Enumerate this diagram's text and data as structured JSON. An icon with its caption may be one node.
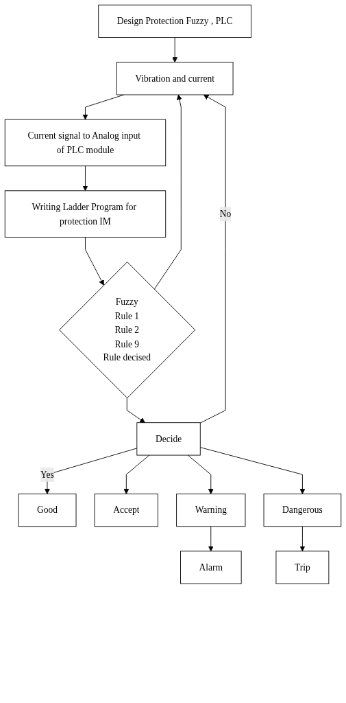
{
  "diagram": {
    "nodes": [
      {
        "text": [
          "Design Protection Fuzzy , PLC"
        ]
      },
      {
        "text": [
          "Vibration and current"
        ]
      },
      {
        "text": [
          "Current signal to Analog input of PLC module"
        ]
      },
      {
        "text": [
          "Writing Ladder Program for protection IM"
        ]
      },
      {
        "text": [
          "Fuzzy",
          "Rule 1",
          "Rule 2",
          "Rule 9",
          "Rule decised"
        ]
      },
      {
        "text": [
          "Decide"
        ]
      },
      {
        "text": [
          "Good"
        ]
      },
      {
        "text": [
          "Accept"
        ]
      },
      {
        "text": [
          "Warning"
        ]
      },
      {
        "text": [
          "Alarm"
        ]
      },
      {
        "text": [
          "Dangerous"
        ]
      },
      {
        "text": [
          "Trip"
        ]
      }
    ],
    "edges": [
      {
        "from": 0,
        "to": 1,
        "arrow": "to"
      },
      {
        "from": 1,
        "to": 2,
        "arrow": "to"
      },
      {
        "from": 2,
        "to": 3,
        "arrow": "to"
      },
      {
        "from": 3,
        "to": 4,
        "arrow": "to"
      },
      {
        "from": 4,
        "to": 5,
        "arrow": "to"
      },
      {
        "from": 4,
        "to": 1,
        "arrow": "to"
      },
      {
        "from": 5,
        "to": 1,
        "label": "No",
        "arrow": "to"
      },
      {
        "from": 5,
        "to": 6,
        "label": "Yes",
        "arrow": "to"
      },
      {
        "from": 5,
        "to": 7,
        "arrow": "to"
      },
      {
        "from": 5,
        "to": 8,
        "arrow": "to"
      },
      {
        "from": 8,
        "to": 9,
        "arrow": "to"
      },
      {
        "from": 5,
        "to": 10,
        "arrow": "to"
      },
      {
        "from": 10,
        "to": 11,
        "arrow": "to"
      }
    ]
  }
}
